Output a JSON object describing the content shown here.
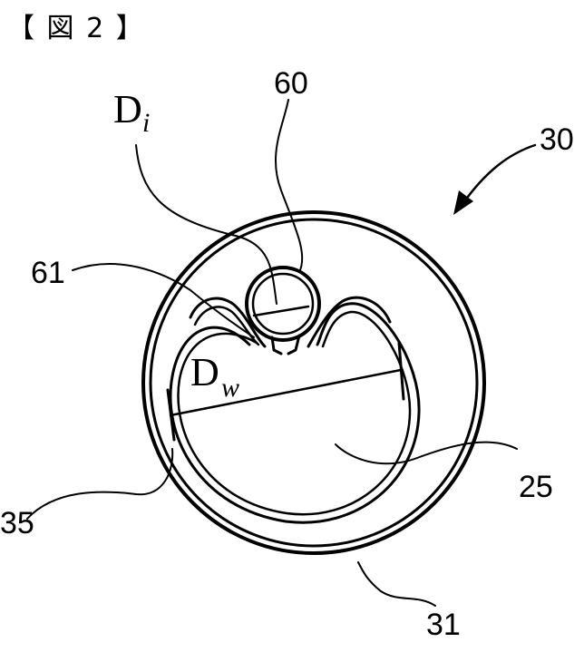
{
  "figure": {
    "title": "【 図 2 】",
    "labels": {
      "ref_30": "30",
      "ref_31": "31",
      "ref_25": "25",
      "ref_35": "35",
      "ref_60": "60",
      "ref_61": "61",
      "dim_inner_main": "D",
      "dim_inner_sub": "i",
      "dim_outer_main": "D",
      "dim_outer_sub": "w"
    }
  }
}
